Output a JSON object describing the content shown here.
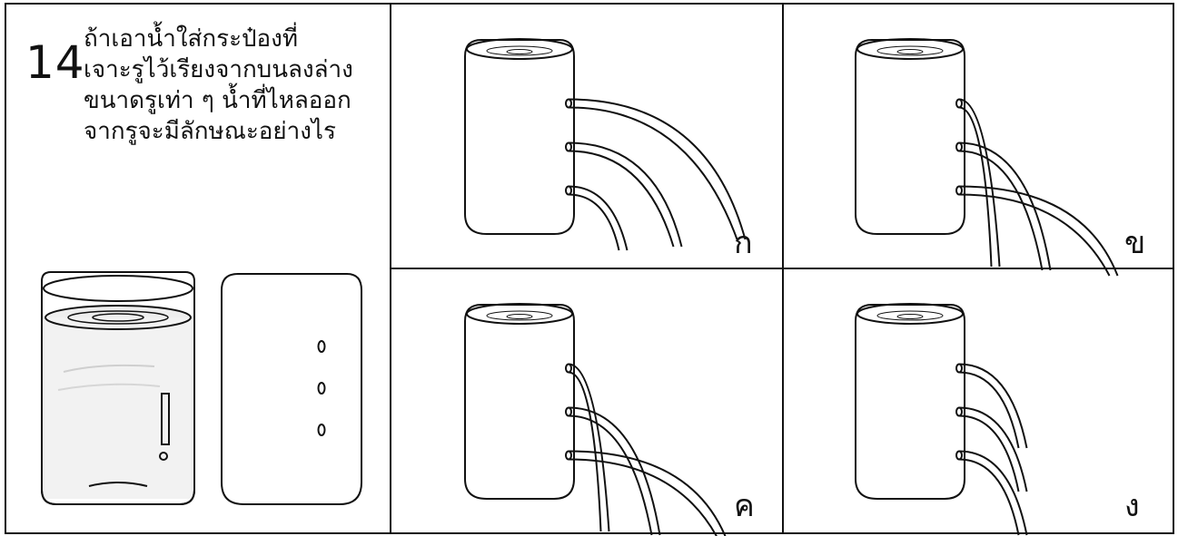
{
  "question": {
    "number": "14",
    "lines": [
      "ถ้าเอาน้ำใส่กระป๋องที่",
      "เจาะรูไว้เรียงจากบนลงล่าง",
      "ขนาดรูเท่า ๆ น้ำที่ไหลออก",
      "จากรูจะมีลักษณะอย่างไร"
    ]
  },
  "options": [
    {
      "label": "ก",
      "pattern": "jets-lengthen-toward-top"
    },
    {
      "label": "ข",
      "pattern": "jets-lengthen-toward-bottom"
    },
    {
      "label": "ค",
      "pattern": "jets-lengthen-toward-bottom"
    },
    {
      "label": "ง",
      "pattern": "jets-equal-length"
    }
  ],
  "colors": {
    "line": "#111111",
    "background": "#ffffff",
    "water_tint": "#e8e8e8"
  }
}
